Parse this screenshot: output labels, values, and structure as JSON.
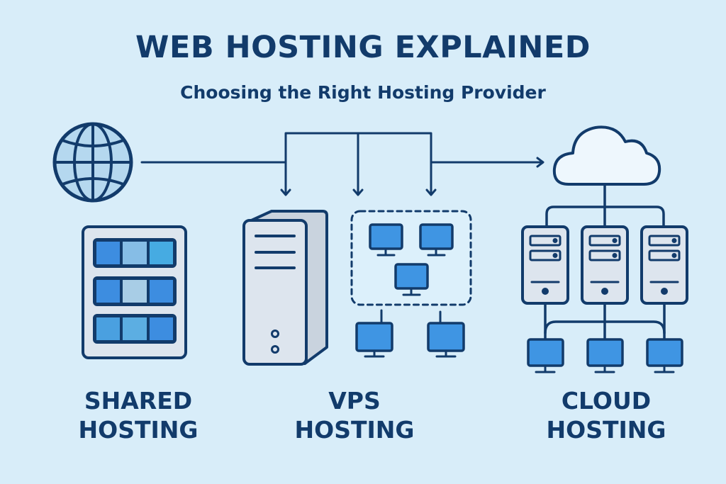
{
  "header": {
    "title": "WEB HOSTING EXPLAINED",
    "subtitle": "Choosing the Right Hosting Provider"
  },
  "nodes": {
    "internet": {
      "icon": "globe-icon"
    },
    "shared": {
      "icon": "shared-server-grid-icon",
      "label_line1": "SHARED",
      "label_line2": "HOSTING"
    },
    "vps": {
      "icon": "tower-server-icon",
      "virtual_machines": 3,
      "clients": 2,
      "label_line1": "VPS",
      "label_line2": "HOSTING"
    },
    "cloud": {
      "icon": "cloud-icon",
      "servers": 3,
      "clients": 3,
      "label_line1": "CLOUD",
      "label_line2": "HOSTING"
    }
  },
  "colors": {
    "background": "#d8edf9",
    "stroke": "#123b6b",
    "accent_blue": "#3d93e0",
    "server_fill": "#dde5ee",
    "cloud_fill": "#eef7fd"
  }
}
